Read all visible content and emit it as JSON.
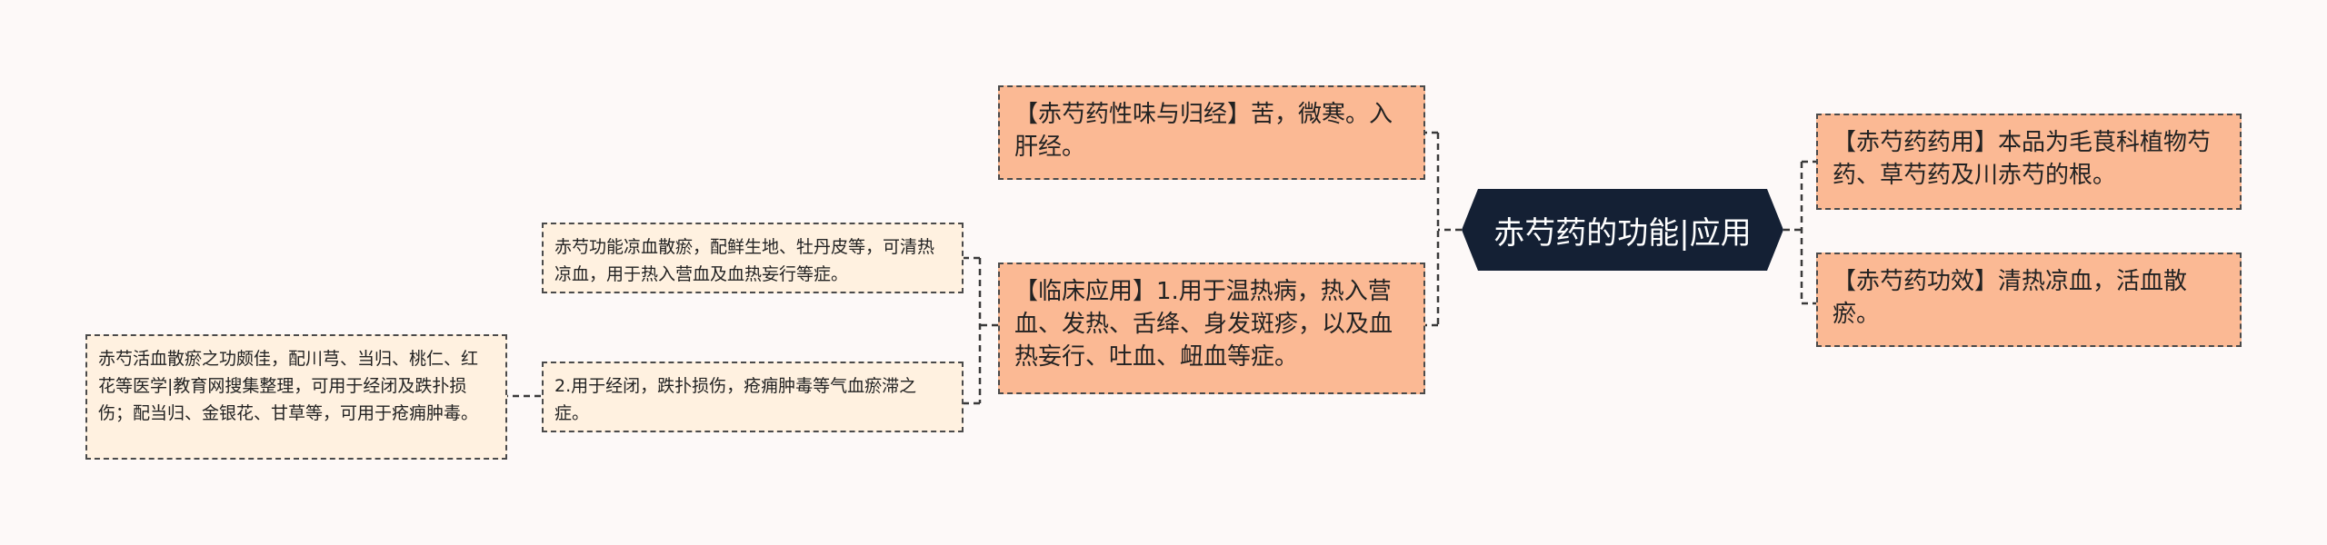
{
  "center": {
    "title": "赤芍药的功能|应用"
  },
  "left": {
    "property": "【赤芍药性味与归经】苦，微寒。入肝经。",
    "clinical": "【临床应用】1.用于温热病，热入营血、发热、舌绛、身发斑疹，以及血热妄行、吐血、衄血等症。",
    "sub1": "赤芍功能凉血散瘀，配鲜生地、牡丹皮等，可清热凉血，用于热入营血及血热妄行等症。",
    "sub2": "2.用于经闭，跌扑损伤，疮痈肿毒等气血瘀滞之症。",
    "sub2_child": "赤芍活血散瘀之功颇佳，配川芎、当归、桃仁、红花等医学|教育网搜集整理，可用于经闭及跌扑损伤；配当归、金银花、甘草等，可用于疮痈肿毒。"
  },
  "right": {
    "source": "【赤芍药药用】本品为毛茛科植物芍药、草芍药及川赤芍的根。",
    "effect": "【赤芍药功效】清热凉血，活血散瘀。"
  },
  "colors": {
    "center_fill": "#142034",
    "level1_fill": "#fbb994",
    "level2_fill": "#fff1e0",
    "border": "#4a4a4a",
    "background": "#fdf9f8"
  }
}
